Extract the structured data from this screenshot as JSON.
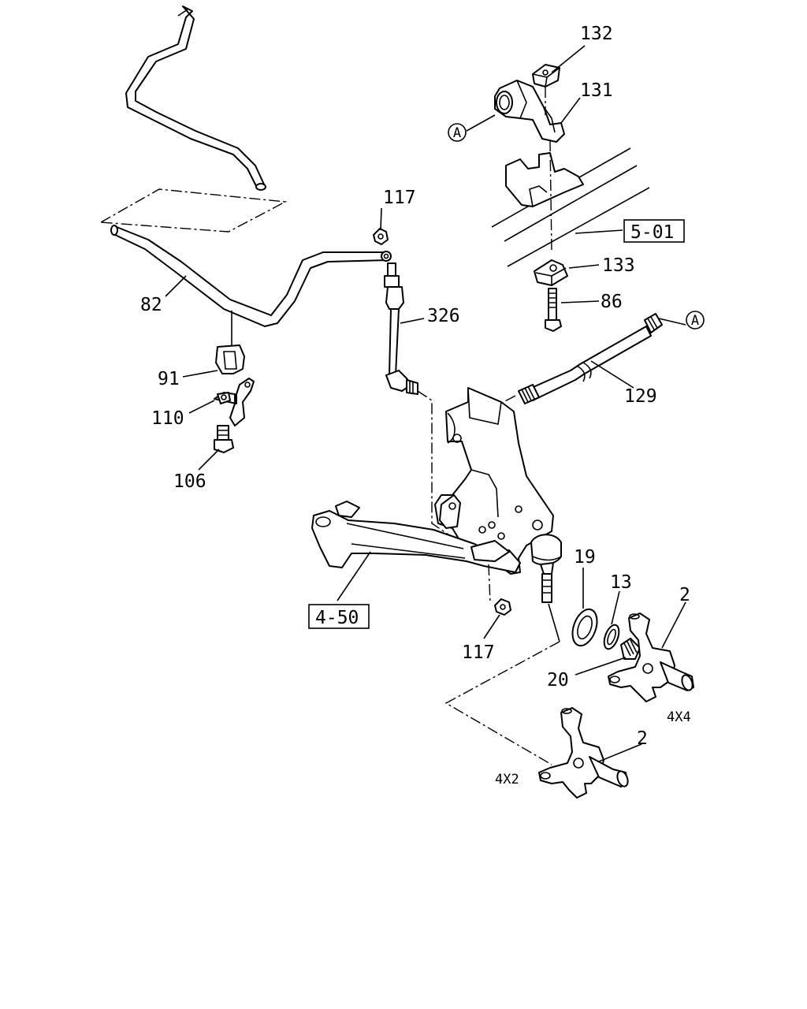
{
  "labels": {
    "p132": "132",
    "p131": "131",
    "p117_top": "117",
    "p5_01": "5-01",
    "p133": "133",
    "p86": "86",
    "p326": "326",
    "p82": "82",
    "p91": "91",
    "p110": "110",
    "p106": "106",
    "p129": "129",
    "p19": "19",
    "p13": "13",
    "p2_upper": "2",
    "p4_50": "4-50",
    "p117_bottom": "117",
    "p20": "20",
    "p2_lower": "2",
    "variant_4x4": "4X4",
    "variant_4x2": "4X2",
    "ref_a_left": "A",
    "ref_a_right": "A"
  }
}
